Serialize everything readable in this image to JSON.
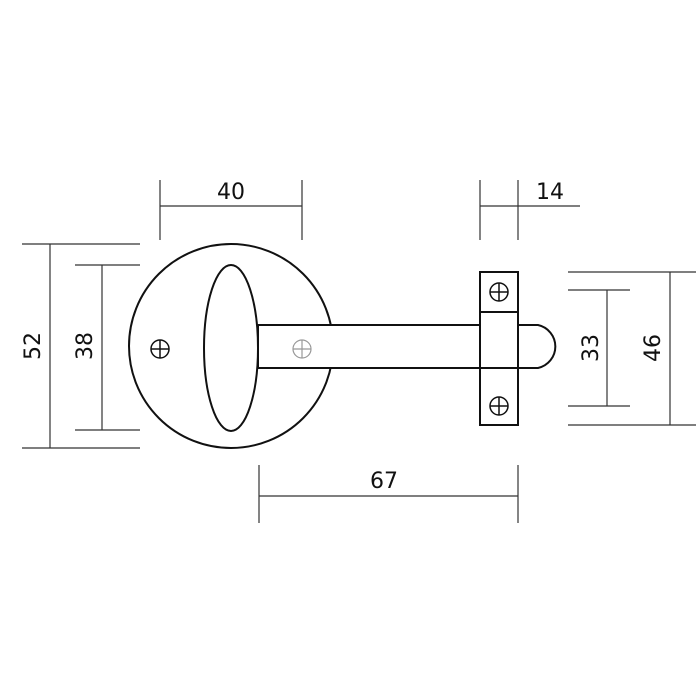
{
  "drawing": {
    "description_free": true,
    "dimensions": {
      "rosette_width": "40",
      "keeper_width": "14",
      "rosette_outer_height": "52",
      "rosette_handle_height": "38",
      "bolt_length": "67",
      "keeper_inner_height": "33",
      "keeper_outer_height": "46"
    },
    "units_shown": false
  },
  "colors": {
    "line": "#111111",
    "background": "#ffffff"
  }
}
